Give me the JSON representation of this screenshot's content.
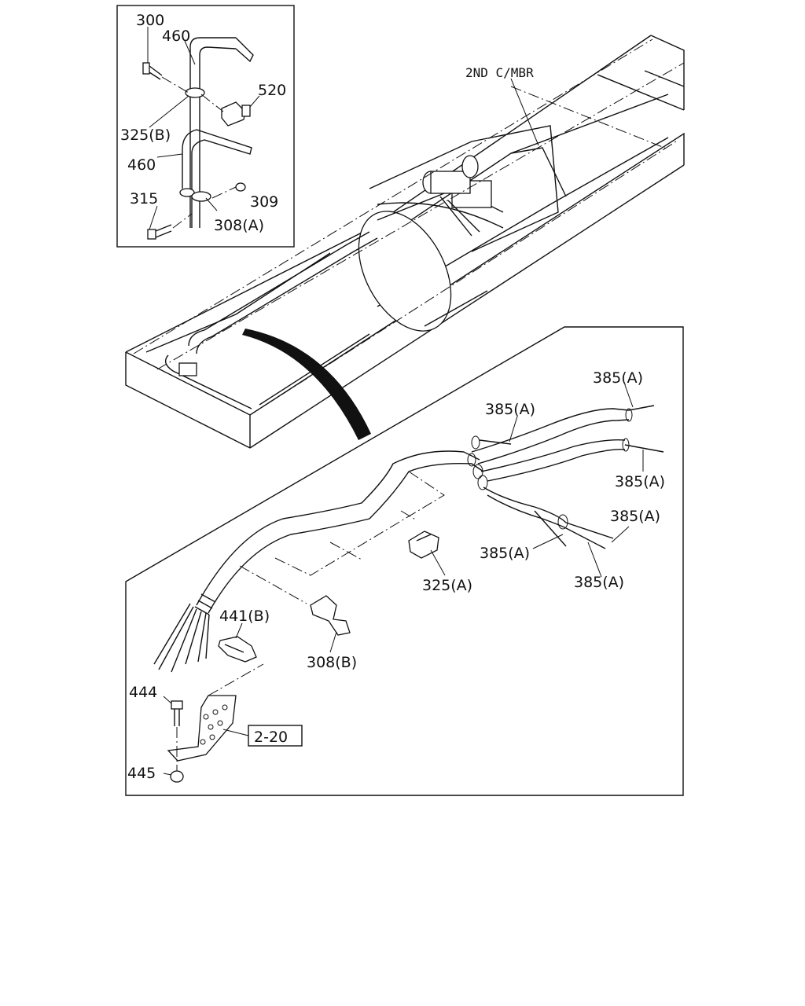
{
  "inset_labels": {
    "p300": "300",
    "p460_top": "460",
    "p520": "520",
    "p325b": "325(B)",
    "p460_mid": "460",
    "p315": "315",
    "p309": "309",
    "p308a": "308(A)"
  },
  "frame_label": "2ND C/MBR",
  "detail_labels": {
    "p385a_1": "385(A)",
    "p385a_2": "385(A)",
    "p385a_3": "385(A)",
    "p385a_4": "385(A)",
    "p385a_5": "385(A)",
    "p385a_6": "385(A)",
    "p325a": "325(A)",
    "p441b": "441(B)",
    "p308b": "308(B)",
    "p444": "444",
    "p445": "445",
    "ref_box": "2-20"
  }
}
